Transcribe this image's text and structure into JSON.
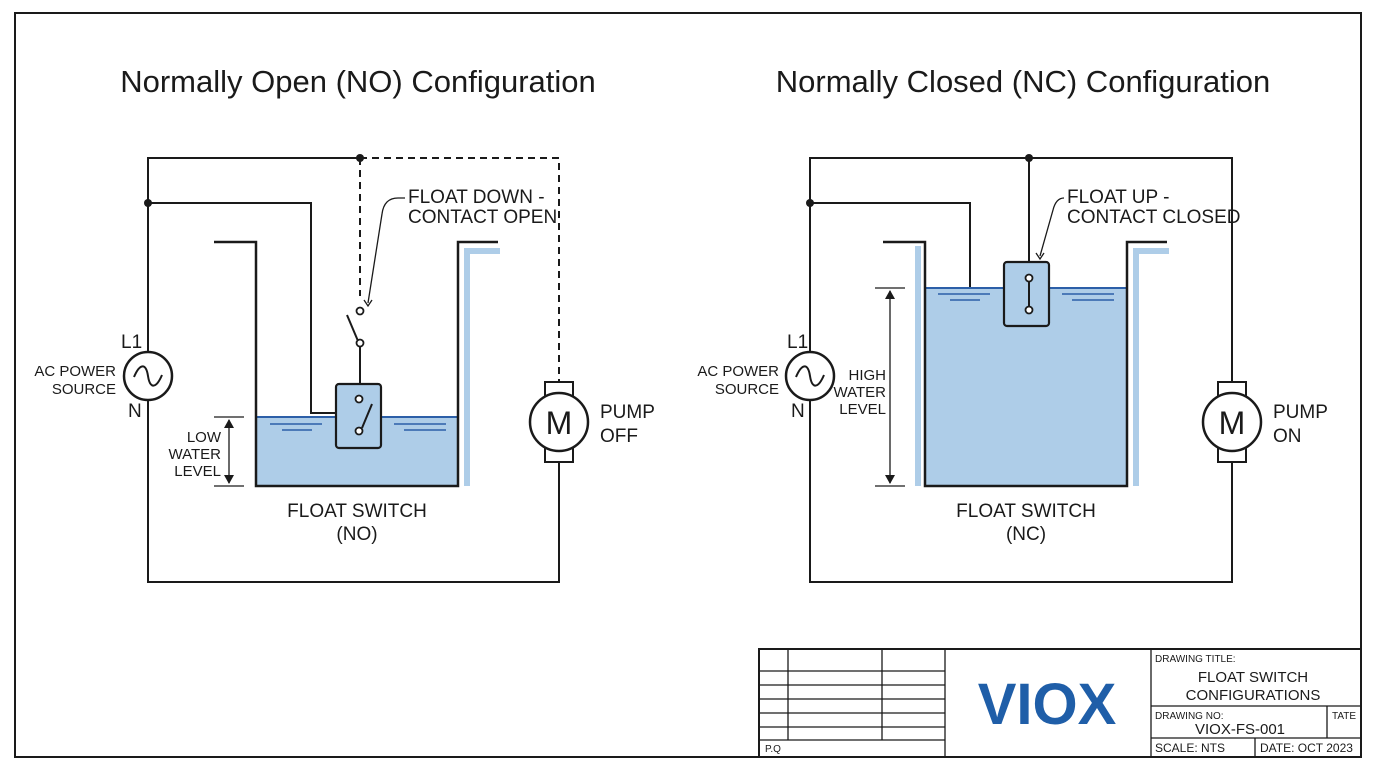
{
  "no_config": {
    "title": "Normally Open (NO) Configuration",
    "callout_line1": "FLOAT DOWN -",
    "callout_line2": "CONTACT OPEN",
    "source_l1": "L1",
    "source_n": "N",
    "source_label_line1": "AC POWER",
    "source_label_line2": "SOURCE",
    "level_line1": "LOW",
    "level_line2": "WATER",
    "level_line3": "LEVEL",
    "motor_symbol": "M",
    "pump_line1": "PUMP",
    "pump_line2": "OFF",
    "switch_line1": "FLOAT SWITCH",
    "switch_line2": "(NO)"
  },
  "nc_config": {
    "title": "Normally Closed (NC) Configuration",
    "callout_line1": "FLOAT UP -",
    "callout_line2": "CONTACT CLOSED",
    "source_l1": "L1",
    "source_n": "N",
    "source_label_line1": "AC POWER",
    "source_label_line2": "SOURCE",
    "level_line1": "HIGH",
    "level_line2": "WATER",
    "level_line3": "LEVEL",
    "motor_symbol": "M",
    "pump_line1": "PUMP",
    "pump_line2": "ON",
    "switch_line1": "FLOAT SWITCH",
    "switch_line2": "(NC)"
  },
  "title_block": {
    "revision_label": "P.Q",
    "logo_text": "VIOX",
    "drawing_title_label": "DRAWING TITLE:",
    "drawing_title_line1": "FLOAT SWITCH",
    "drawing_title_line2": "CONFIGURATIONS",
    "drawing_no_label": "DRAWING NO:",
    "drawing_no_value": "VIOX-FS-001",
    "tate_label": "TATE",
    "scale_text": "SCALE:  NTS",
    "date_text": "DATE: OCT 2023"
  },
  "colors": {
    "water": "#aecde8",
    "water_line": "#2c5fa8",
    "logo": "#1f5ea8",
    "ink": "#1a1a1a"
  }
}
